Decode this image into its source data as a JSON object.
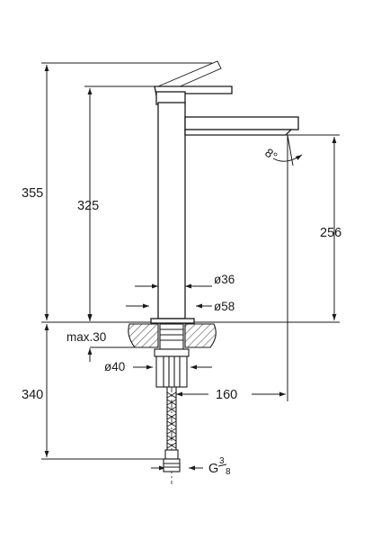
{
  "drawing": {
    "kind": "technical dimension drawing",
    "subject": "tall single-lever basin mixer",
    "line_color": "#1a1a1a",
    "hatch_color": "#555555",
    "background": "#ffffff"
  },
  "dimensions": {
    "overall_height": "355",
    "body_height": "325",
    "spout_height": "256",
    "body_diameter": "ø36",
    "base_diameter": "ø58",
    "max_counter_thickness": "max.30",
    "hole_diameter": "ø40",
    "hose_length": "340",
    "spout_reach": "160",
    "connection_thread": "G",
    "connection_thread_numerator": "3",
    "connection_thread_denominator": "8",
    "aerator_angle": "8°"
  }
}
